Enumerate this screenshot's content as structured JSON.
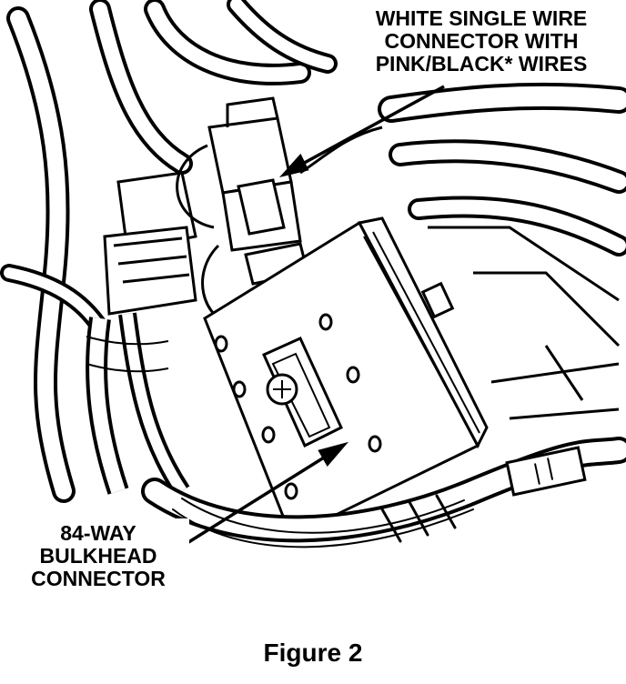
{
  "figure": {
    "caption": "Figure 2",
    "callouts": {
      "top": [
        "WHITE SINGLE WIRE",
        "CONNECTOR WITH",
        "PINK/BLACK* WIRES"
      ],
      "bottom": [
        "84-WAY",
        "BULKHEAD",
        "CONNECTOR"
      ]
    },
    "colors": {
      "ink": "#000000",
      "paper": "#ffffff"
    }
  }
}
